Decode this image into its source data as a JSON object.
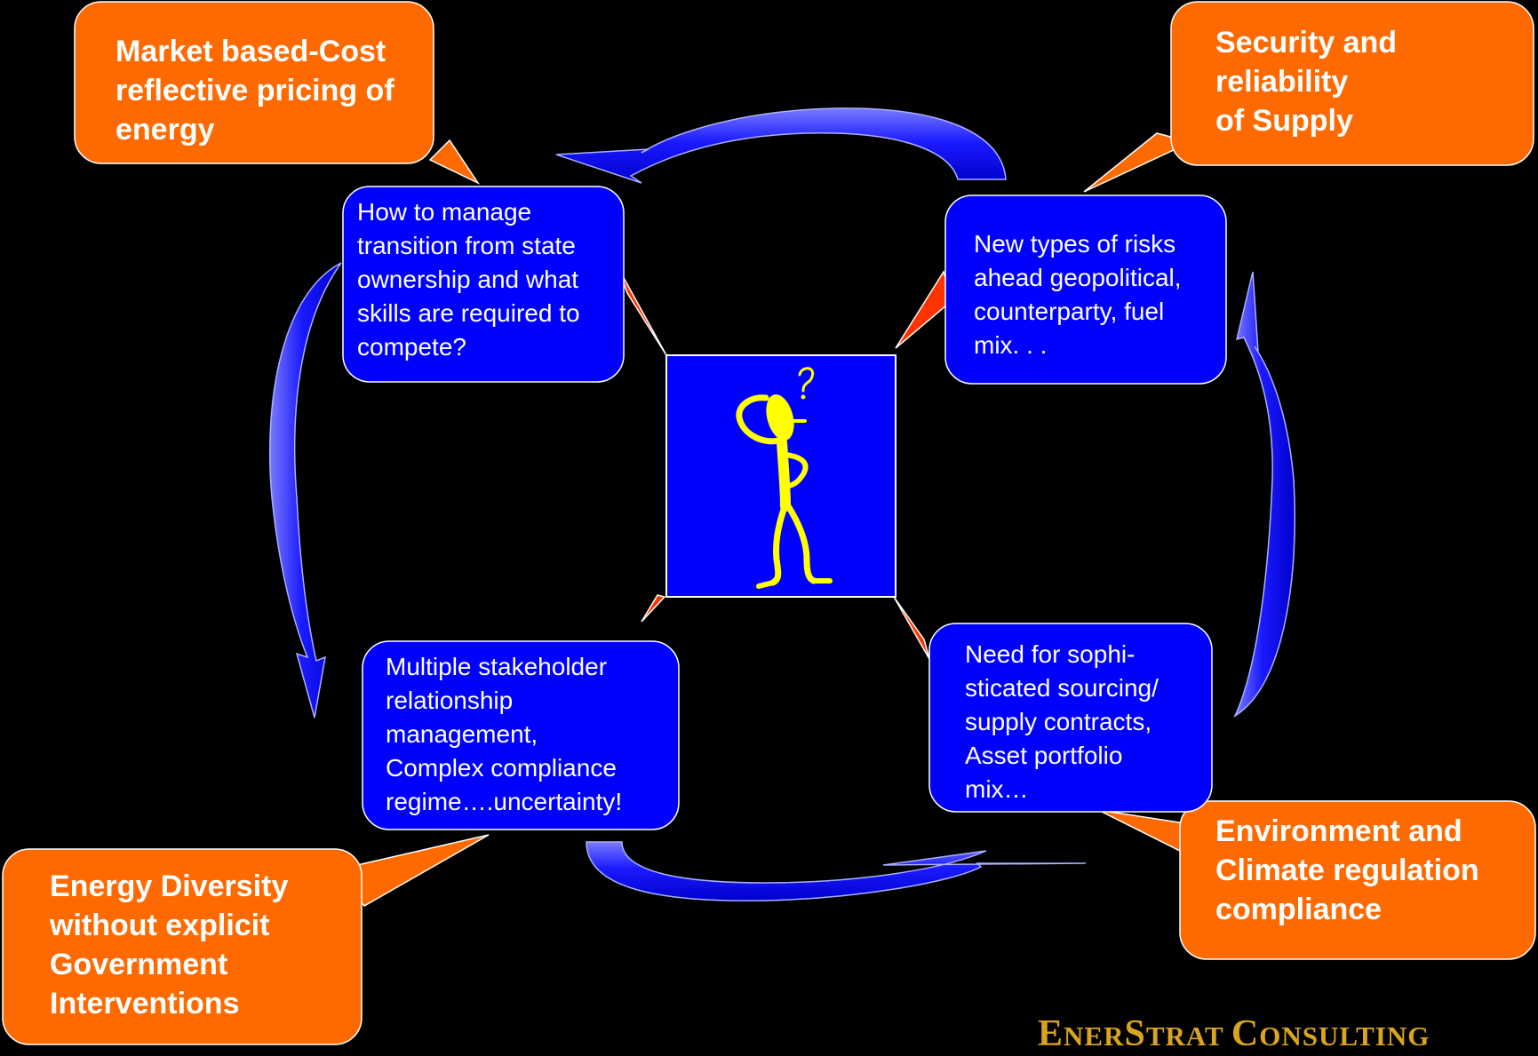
{
  "colors": {
    "background": "#000000",
    "orange_box": "#ff6a00",
    "blue_box": "#0000ff",
    "connector_red": "#ff3300",
    "arrow_blue": "#0000ee",
    "figure_yellow": "#ffff00",
    "brand_gold": "#d9a520"
  },
  "center_icon": "confused-thinking-figure-icon",
  "orange_boxes": [
    {
      "lines": [
        "Market based-Cost",
        "reflective pricing of",
        "energy"
      ]
    },
    {
      "lines": [
        "Security and",
        "reliability",
        "of Supply"
      ]
    },
    {
      "lines": [
        "Energy Diversity",
        "without explicit",
        "Government",
        "Interventions"
      ]
    },
    {
      "lines": [
        "Environment and",
        "Climate regulation",
        "compliance"
      ]
    }
  ],
  "blue_boxes": [
    {
      "lines": [
        "How to manage",
        "transition from state",
        "ownership and what",
        "skills are required to",
        "compete?"
      ]
    },
    {
      "lines": [
        "New types of risks",
        "ahead geopolitical,",
        "counterparty, fuel",
        "mix. . ."
      ]
    },
    {
      "lines": [
        "Multiple stakeholder",
        "relationship",
        "management,",
        "Complex compliance",
        "regime….uncertainty!"
      ]
    },
    {
      "lines": [
        "Need for sophi-",
        "sticated sourcing/",
        "supply contracts,",
        "Asset portfolio",
        "mix…"
      ]
    }
  ],
  "brand": {
    "big_e": "E",
    "part1": "NER",
    "big_s": "S",
    "part2": "TRAT ",
    "big_c": "C",
    "part3": "ONSULTING"
  }
}
